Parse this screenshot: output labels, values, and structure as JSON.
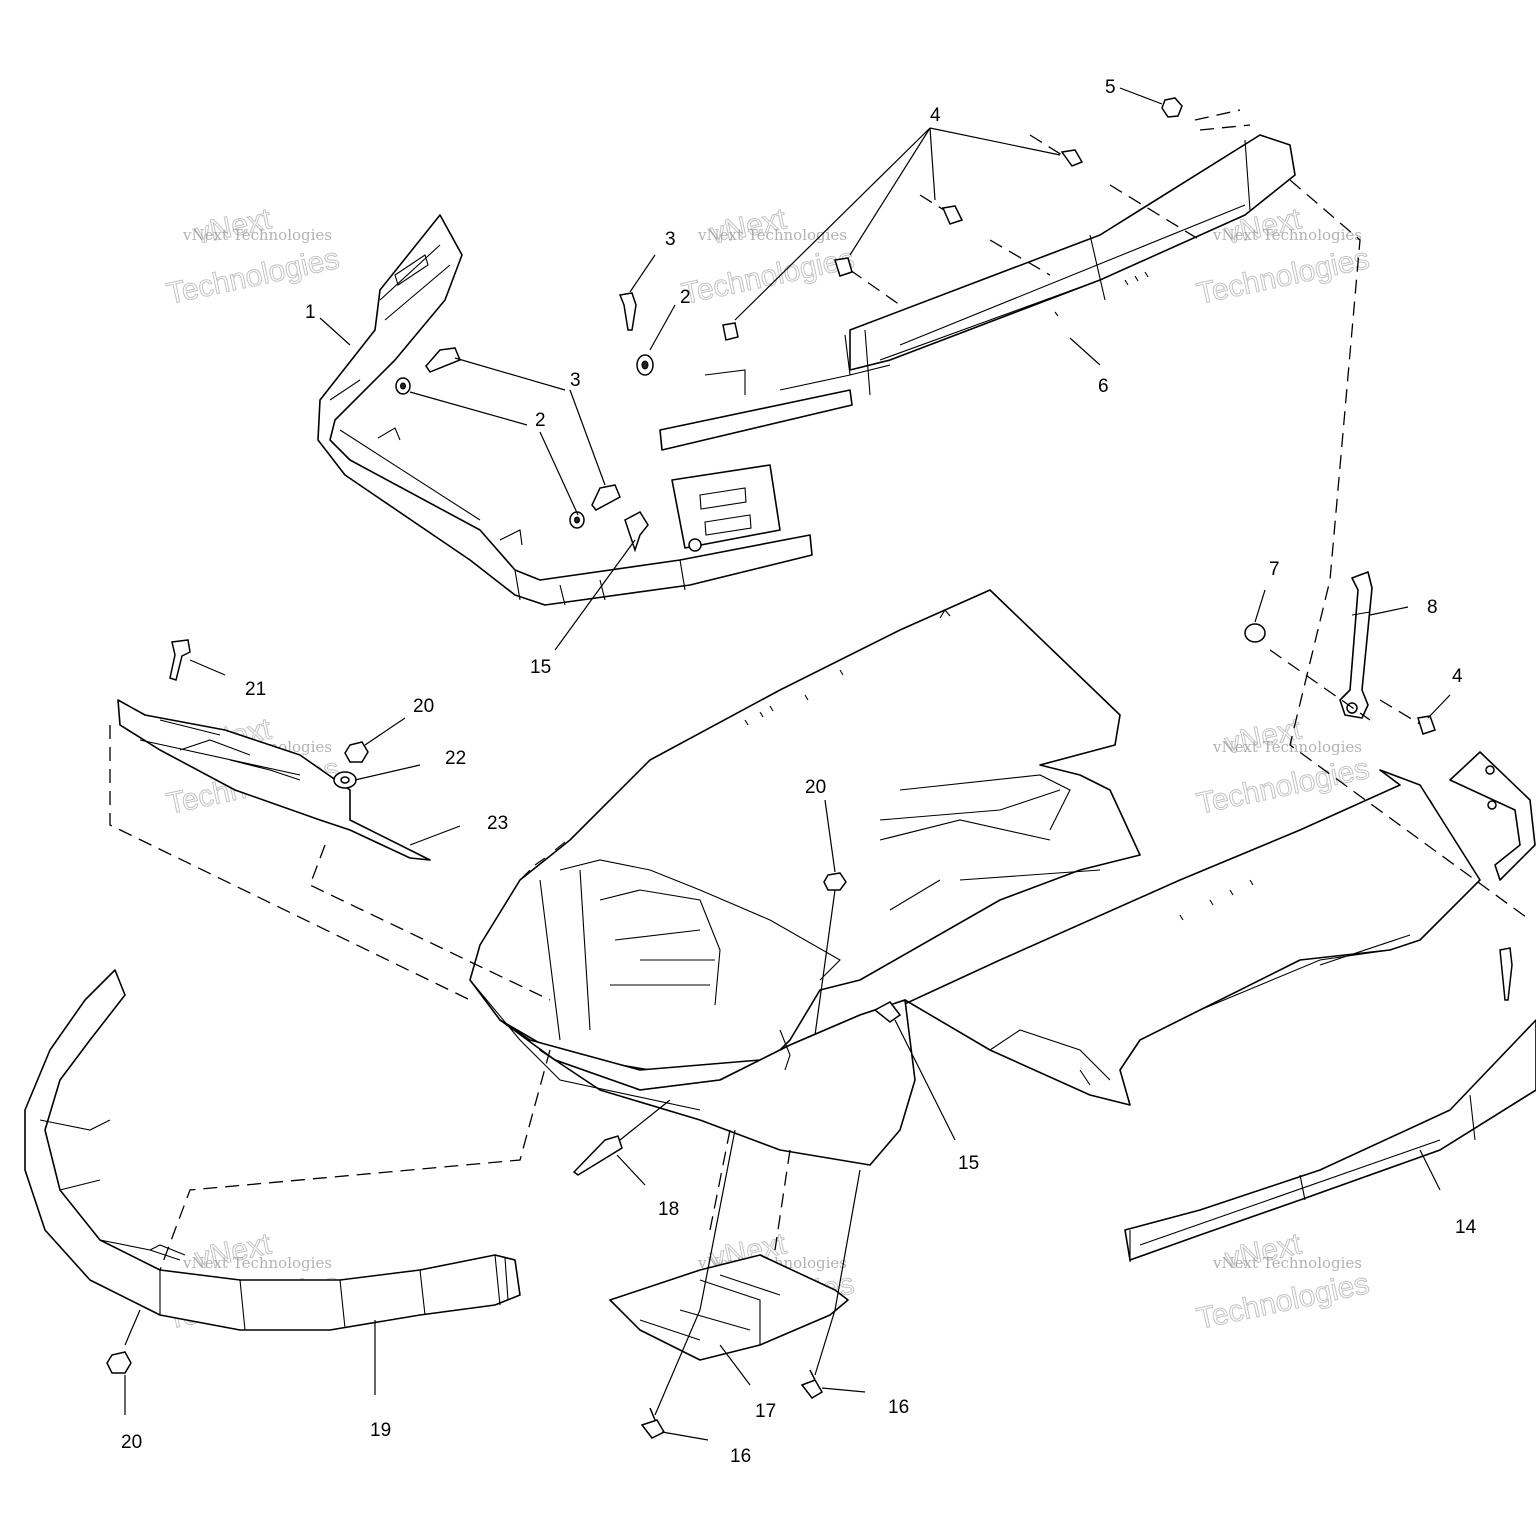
{
  "watermark": {
    "line1": "vNext Technologies",
    "line2": "Technologies",
    "line3": "vNext"
  },
  "callouts": {
    "c1": "1",
    "c2a": "2",
    "c2b": "2",
    "c3a": "3",
    "c3b": "3",
    "c4a": "4",
    "c4b": "4",
    "c5": "5",
    "c6": "6",
    "c7": "7",
    "c8": "8",
    "c14": "14",
    "c15a": "15",
    "c15b": "15",
    "c16a": "16",
    "c16b": "16",
    "c17": "17",
    "c18": "18",
    "c19": "19",
    "c20a": "20",
    "c20b": "20",
    "c20c": "20",
    "c21": "21",
    "c22": "22",
    "c23": "23"
  }
}
